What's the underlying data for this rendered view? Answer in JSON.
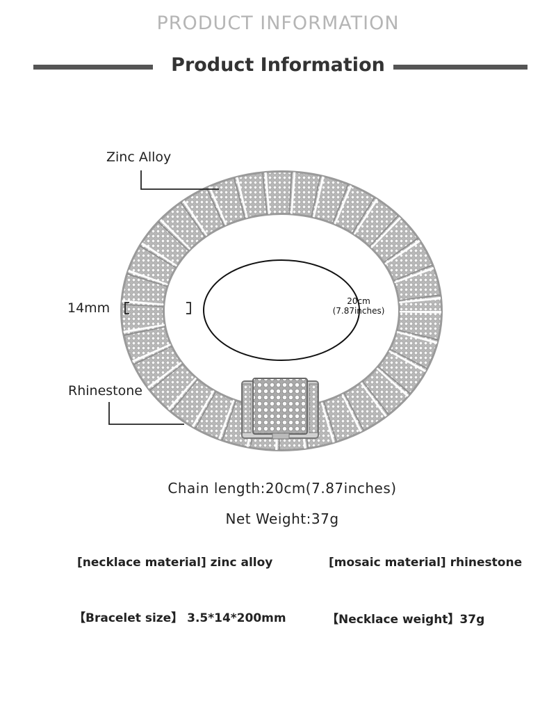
{
  "header": {
    "faded_title": "PRODUCT INFORMATION",
    "title": "Product Information"
  },
  "annotations": {
    "zinc_alloy": "Zinc Alloy",
    "width": "14mm",
    "rhinestone": "Rhinestone",
    "circle_cm": "20cm",
    "circle_in": "(7.87inches)"
  },
  "specs": {
    "chain_length": "Chain length:20cm(7.87inches)",
    "net_weight": "Net Weight:37g"
  },
  "details": {
    "necklace_material": "[necklace material] zinc alloy",
    "mosaic_material": "[mosaic material] rhinestone",
    "bracelet_size": "【Bracelet size】 3.5*14*200mm",
    "necklace_weight": "【Necklace weight】37g"
  },
  "colors": {
    "bar": "#555555",
    "faded_text": "#b5b5b5",
    "metal": "#c8c8c8",
    "stone": "#f4f4f4"
  }
}
